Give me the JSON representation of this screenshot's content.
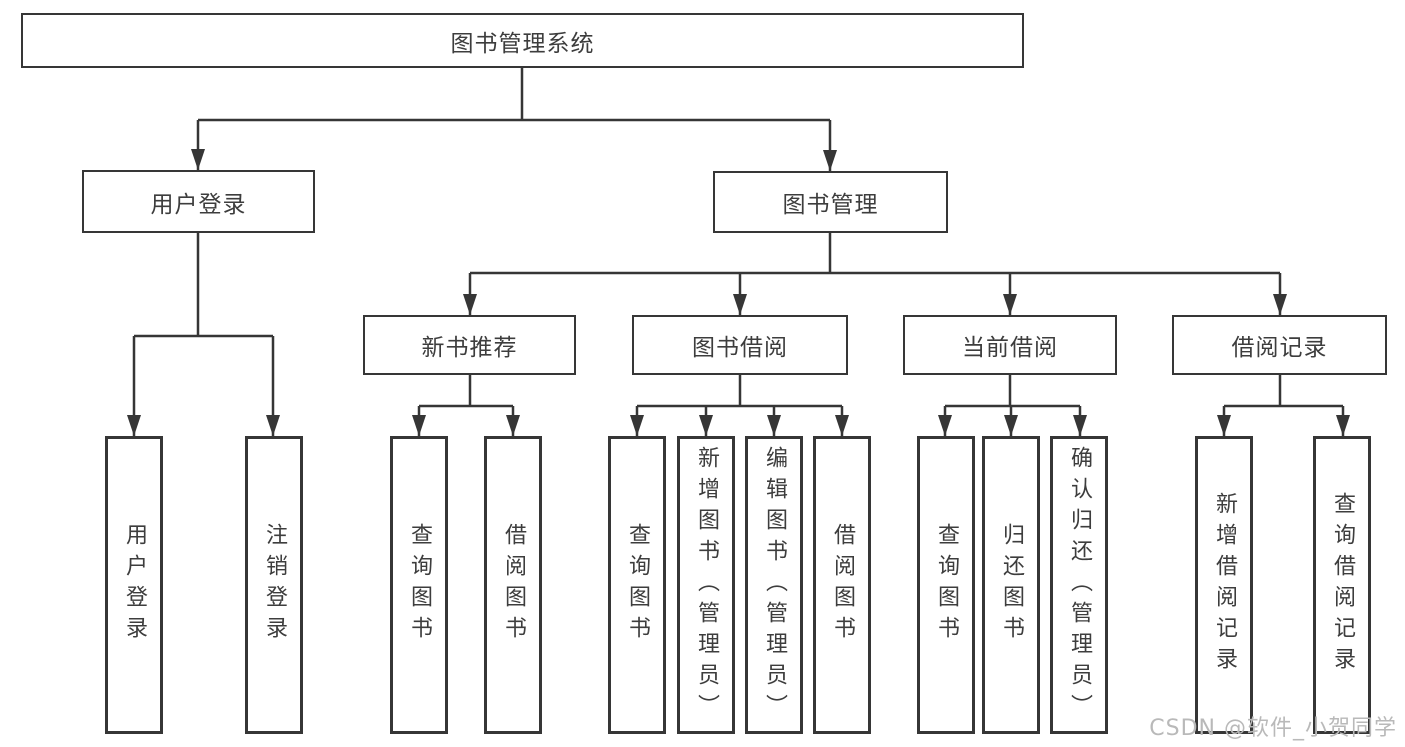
{
  "diagram": {
    "root": {
      "label": "图书管理系统"
    },
    "level1": [
      {
        "label": "用户登录"
      },
      {
        "label": "图书管理"
      }
    ],
    "level2": [
      {
        "label": "新书推荐"
      },
      {
        "label": "图书借阅"
      },
      {
        "label": "当前借阅"
      },
      {
        "label": "借阅记录"
      }
    ],
    "leaves": {
      "user_login": [
        {
          "label": "用户登录"
        },
        {
          "label": "注销登录"
        }
      ],
      "new_book": [
        {
          "label": "查询图书"
        },
        {
          "label": "借阅图书"
        }
      ],
      "book_borrow": [
        {
          "label": "查询图书"
        },
        {
          "label": "新增图书（管理员）"
        },
        {
          "label": "编辑图书（管理员）"
        },
        {
          "label": "借阅图书"
        }
      ],
      "current_borrow": [
        {
          "label": "查询图书"
        },
        {
          "label": "归还图书"
        },
        {
          "label": "确认归还（管理员）"
        }
      ],
      "borrow_record": [
        {
          "label": "新增借阅记录"
        },
        {
          "label": "查询借阅记录"
        }
      ]
    }
  },
  "watermark": {
    "text": "CSDN @软件_小贺同学"
  },
  "colors": {
    "line": "#363636",
    "text": "#3d3d3d",
    "background": "#ffffff",
    "watermark": "#b9b9b9"
  }
}
